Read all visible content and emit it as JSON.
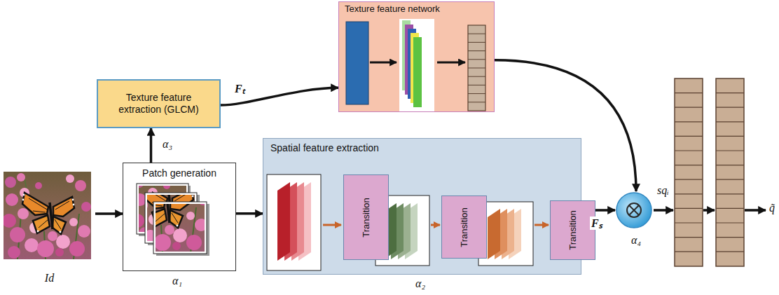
{
  "diagram": {
    "nodes": [
      {
        "text": [
          "Texture feature network"
        ]
      },
      {
        "text": [
          "Texture feature extraction (GLCM)"
        ]
      },
      {
        "text": [
          "Id"
        ]
      },
      {
        "text": [
          "Patch generation"
        ]
      },
      {
        "text": [
          "Spatial feature extraction"
        ]
      },
      {
        "text": [
          "Transition"
        ],
        "in": 4
      },
      {
        "text": [
          "Transition"
        ],
        "in": 4
      },
      {
        "text": [
          "Transition"
        ],
        "in": 4
      },
      {
        "text": [
          "α₄"
        ]
      }
    ],
    "edges": [
      {
        "from": 2,
        "to": 3,
        "arrow": "to"
      },
      {
        "from": 3,
        "to": 1,
        "label": "α₃",
        "arrow": "to"
      },
      {
        "from": 1,
        "to": 0,
        "label": "Fₜ",
        "arrow": "to"
      },
      {
        "from": 3,
        "to": 4,
        "arrow": "to"
      },
      {
        "from": 4,
        "to": 8,
        "label": "Fₛ",
        "arrow": "to"
      },
      {
        "from": 0,
        "to": 8,
        "arrow": "to"
      }
    ],
    "labels": [
      "α₁",
      "α₂",
      "sqᵢ",
      "q̃"
    ]
  }
}
